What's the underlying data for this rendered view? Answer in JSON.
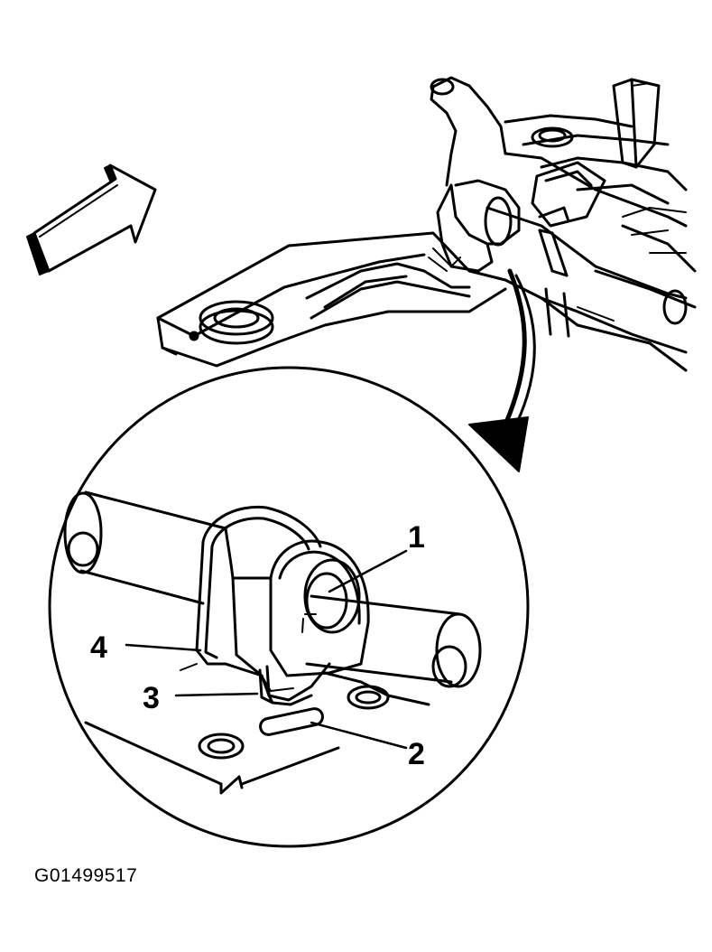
{
  "figure": {
    "id": "G01499517",
    "callouts": [
      "1",
      "2",
      "3",
      "4"
    ],
    "parts": [
      {
        "callout": "1",
        "name": "stabilizer-bar-insulator"
      },
      {
        "callout": "2",
        "name": "frame-slot"
      },
      {
        "callout": "3",
        "name": "insulator-locating-tab"
      },
      {
        "callout": "4",
        "name": "stabilizer-bar-clamp"
      }
    ],
    "icons": [
      "direction-arrow-icon",
      "detail-view-arrow-icon"
    ],
    "colors": {
      "ink": "#000000",
      "paper": "#ffffff"
    }
  }
}
